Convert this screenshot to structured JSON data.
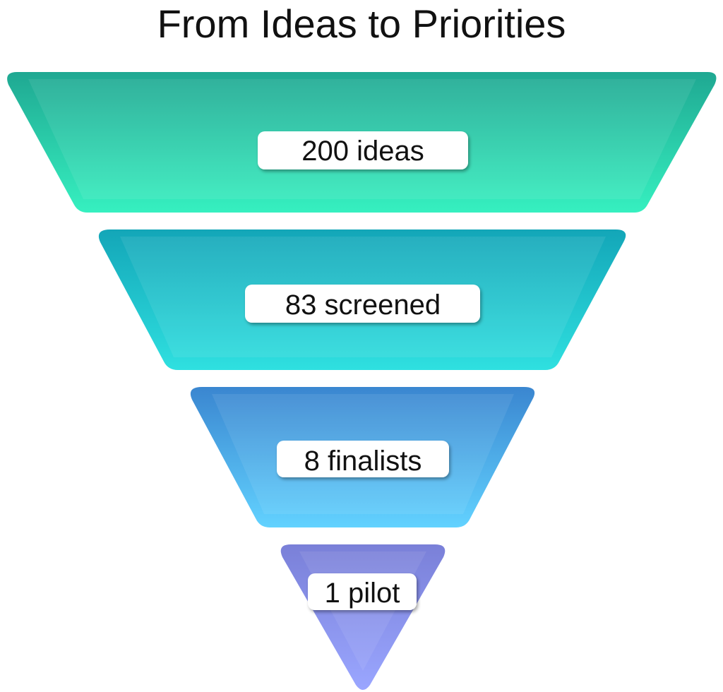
{
  "title": "From Ideas to Priorities",
  "stages": [
    {
      "label": "200 ideas",
      "color_top": "#1fa892",
      "color_bottom": "#36f0c0"
    },
    {
      "label": "83 screened",
      "color_top": "#13a6b8",
      "color_bottom": "#2fe0e0"
    },
    {
      "label": "8 finalists",
      "color_top": "#3a86d0",
      "color_bottom": "#62d2ff"
    },
    {
      "label": "1 pilot",
      "color_top": "#7a80d8",
      "color_bottom": "#9aa6ff"
    }
  ]
}
